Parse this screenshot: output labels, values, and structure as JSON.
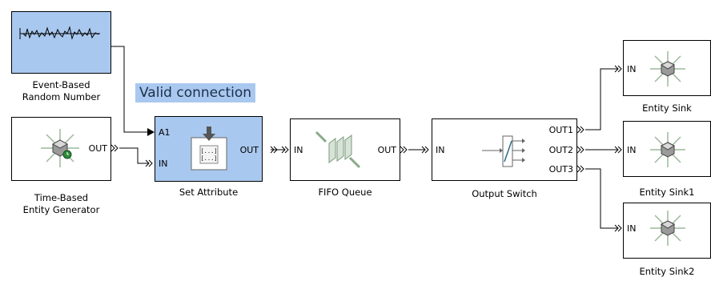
{
  "tooltip": {
    "valid_connection": "Valid connection"
  },
  "blocks": {
    "random_number": {
      "label_line1": "Event-Based",
      "label_line2": "Random Number"
    },
    "generator": {
      "label_line1": "Time-Based",
      "label_line2": "Entity Generator",
      "out_port": "OUT"
    },
    "set_attribute": {
      "label": "Set Attribute",
      "in_port_a1": "A1",
      "in_port": "IN",
      "out_port": "OUT"
    },
    "fifo_queue": {
      "label": "FIFO Queue",
      "in_port": "IN",
      "out_port": "OUT"
    },
    "output_switch": {
      "label": "Output Switch",
      "in_port": "IN",
      "out1": "OUT1",
      "out2": "OUT2",
      "out3": "OUT3"
    },
    "sink": {
      "label": "Entity Sink",
      "in_port": "IN"
    },
    "sink1": {
      "label": "Entity Sink1",
      "in_port": "IN"
    },
    "sink2": {
      "label": "Entity Sink2",
      "in_port": "IN"
    }
  },
  "colors": {
    "selection": "#a9c8ef",
    "tooltip_text": "#1b2f4a",
    "wire": "#000000"
  }
}
